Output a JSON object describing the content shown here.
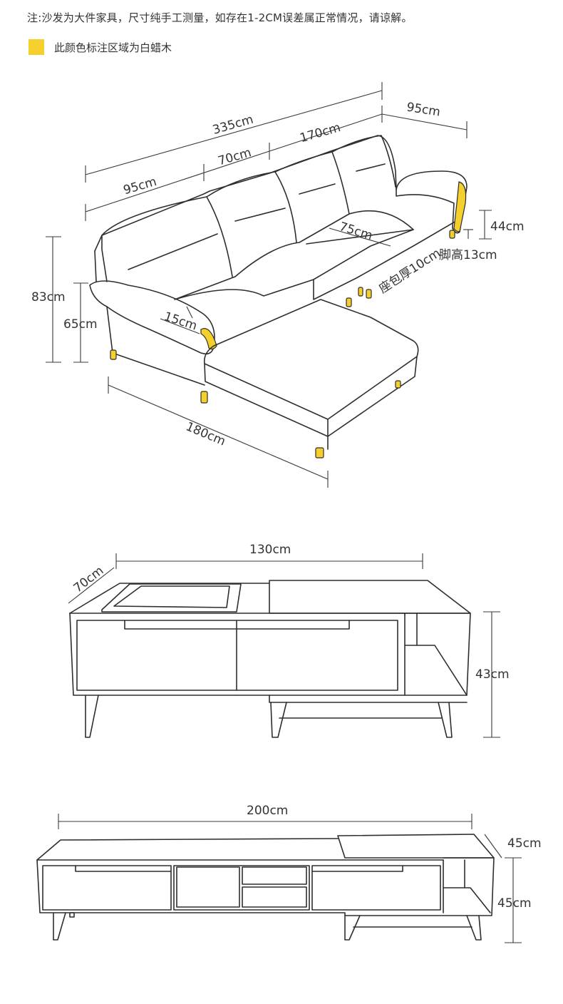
{
  "note": "注:沙发为大件家具，尺寸纯手工测量，如存在1-2CM误差属正常情况，请谅解。",
  "legend": {
    "label": "此颜色标注区域为白蜡木",
    "color": "#f5cf2b"
  },
  "sofa": {
    "total_width": "335cm",
    "right_section": "170cm",
    "arm_width": "95cm",
    "seat_width": "70cm",
    "left_width": "95cm",
    "seat_depth": "75cm",
    "seat_height": "44cm",
    "cushion_thickness": "座包厚10cm",
    "leg_height": "脚高13cm",
    "total_height": "83cm",
    "arm_height": "65cm",
    "arm_thickness": "15cm",
    "chaise_length": "180cm"
  },
  "coffee_table": {
    "width": "130cm",
    "depth": "70cm",
    "height": "43cm"
  },
  "tv_stand": {
    "width": "200cm",
    "depth": "45cm",
    "height": "45cm"
  }
}
